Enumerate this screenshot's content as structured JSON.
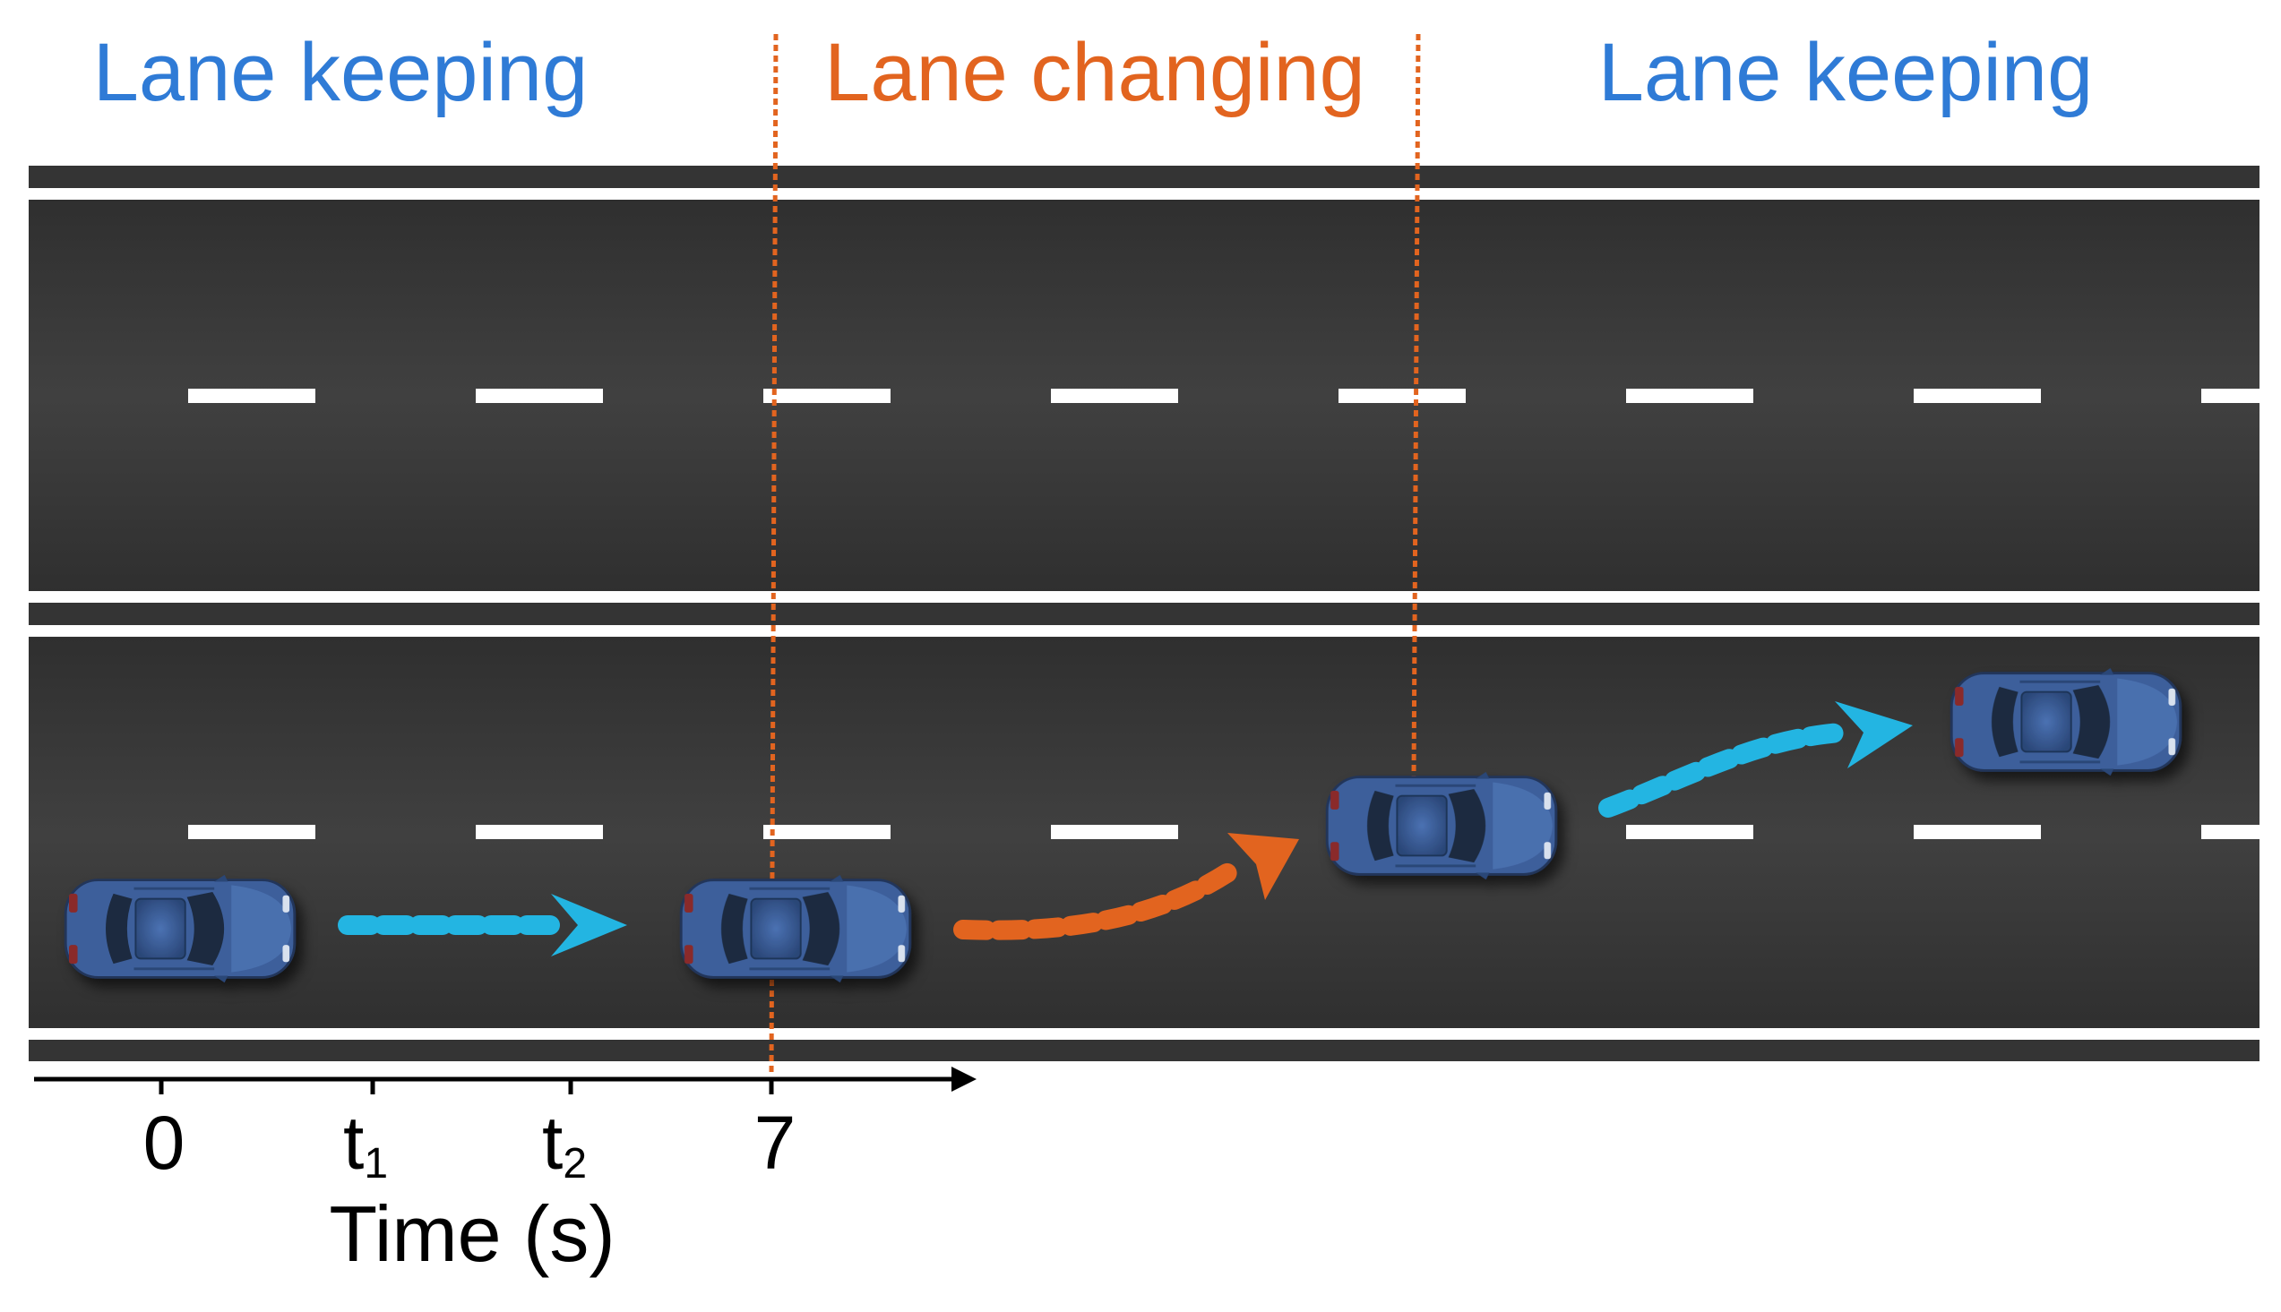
{
  "phases": [
    {
      "label": "Lane keeping",
      "color": "#2f7bd6"
    },
    {
      "label": "Lane changing",
      "color": "#e2641f"
    },
    {
      "label": "Lane keeping",
      "color": "#2f7bd6"
    }
  ],
  "timeline": {
    "ticks": [
      {
        "main": "0",
        "sub": ""
      },
      {
        "main": "t",
        "sub": "1"
      },
      {
        "main": "t",
        "sub": "2"
      },
      {
        "main": "7",
        "sub": ""
      }
    ],
    "axis_label": "Time (s)"
  },
  "colors": {
    "keeping": "#2f7bd6",
    "changing": "#e2641f",
    "trajectory_keeping": "#23b5e2",
    "trajectory_changing": "#e2641f",
    "road": "#3a3a3a",
    "lane_marking": "#ffffff",
    "car_body": "#3c5f9b"
  },
  "icons": {
    "vehicle": "car-top-view-icon",
    "trajectory": "dashed-arrow-icon"
  }
}
